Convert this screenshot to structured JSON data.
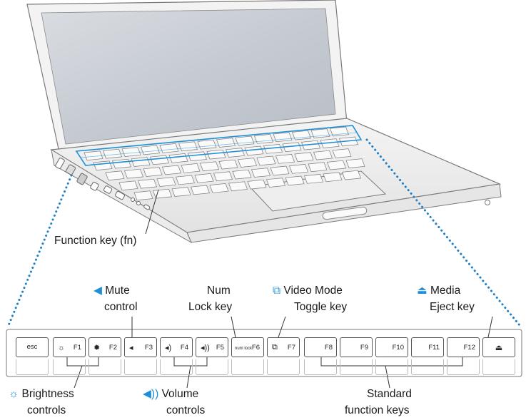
{
  "labels": {
    "fn_key": "Function key (fn)",
    "mute": [
      "Mute",
      "control"
    ],
    "num_lock": [
      "Num",
      "Lock key"
    ],
    "video_mode": [
      "Video Mode",
      "Toggle key"
    ],
    "media_eject": [
      "Media",
      "Eject key"
    ],
    "brightness": [
      "Brightness",
      "controls"
    ],
    "volume": [
      "Volume",
      "controls"
    ],
    "standard": [
      "Standard",
      "function keys"
    ]
  },
  "keys": {
    "esc": "esc",
    "f1": "F1",
    "f2": "F2",
    "f3": "F3",
    "f4": "F4",
    "f5": "F5",
    "f6": "F6",
    "f7": "F7",
    "f8": "F8",
    "f9": "F9",
    "f10": "F10",
    "f11": "F11",
    "f12": "F12",
    "num_lock_glyph": "num lock"
  },
  "icons": {
    "mute": "speaker-mute-icon",
    "video": "display-mirror-icon",
    "eject": "eject-icon",
    "brightness": "sun-icon",
    "volume": "speaker-volume-icon"
  },
  "colors": {
    "accent": "#1f8fd6",
    "callout_dots": "#1f7fc4"
  }
}
